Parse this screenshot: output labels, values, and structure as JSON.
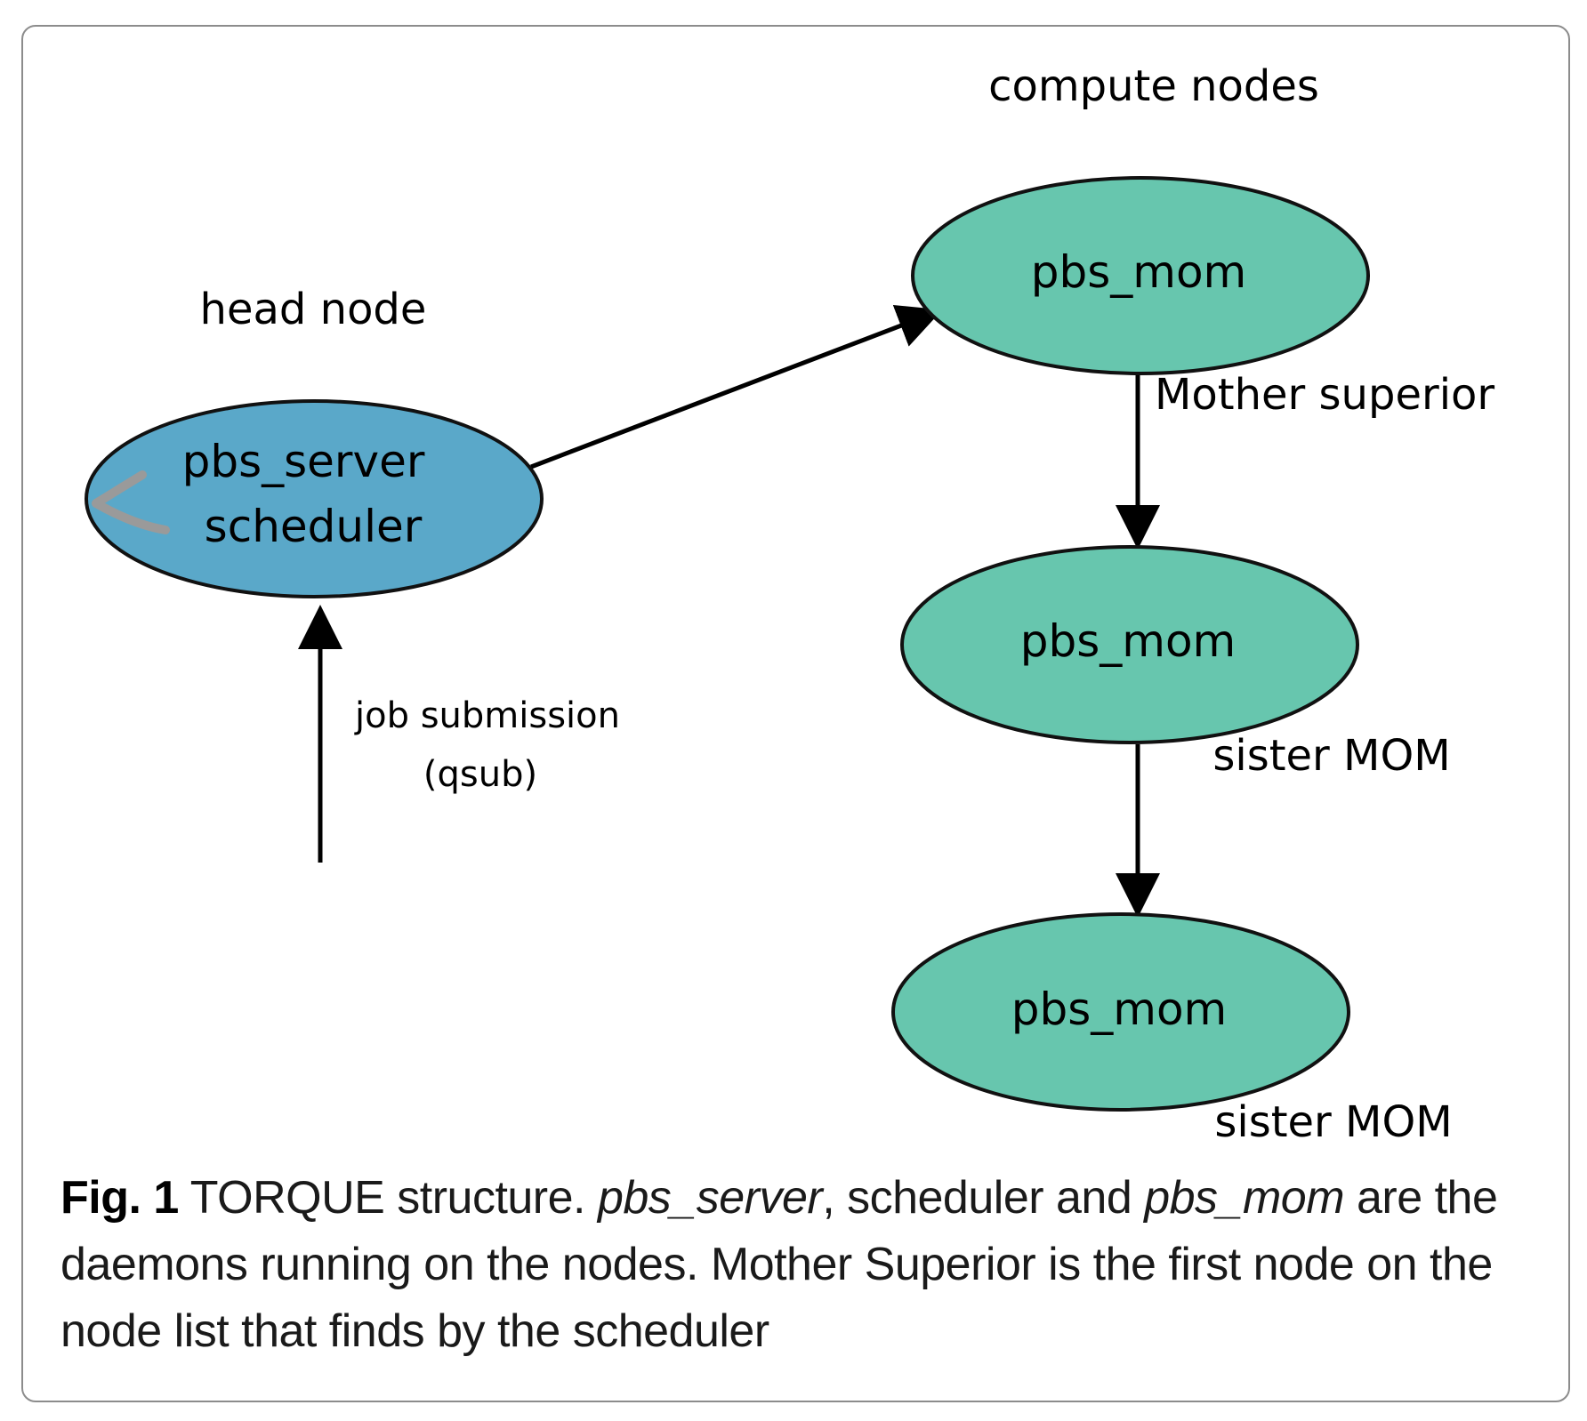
{
  "colors": {
    "server_node_fill": "#5aa8c9",
    "mom_node_fill": "#67c6ae",
    "node_stroke": "#111111",
    "arrow": "#000000",
    "frame_border": "#8c8c8c"
  },
  "diagram": {
    "group_labels": {
      "compute_nodes": "compute nodes",
      "head_node": "head node"
    },
    "server_node": {
      "line1": "pbs_server",
      "line2": "scheduler"
    },
    "mom_nodes": [
      {
        "label": "pbs_mom",
        "role": "Mother superior"
      },
      {
        "label": "pbs_mom",
        "role": "sister MOM"
      },
      {
        "label": "pbs_mom",
        "role": "sister MOM"
      }
    ],
    "submission": {
      "line1": "job submission",
      "line2": "(qsub)"
    }
  },
  "caption": {
    "fig_label": "Fig. 1",
    "part1": " TORQUE structure. ",
    "em1": "pbs_server",
    "part2": ", scheduler and ",
    "em2": "pbs_mom",
    "part3": " are the daemons running on the nodes. Mother Superior is the first node on the node list that finds by the scheduler"
  }
}
